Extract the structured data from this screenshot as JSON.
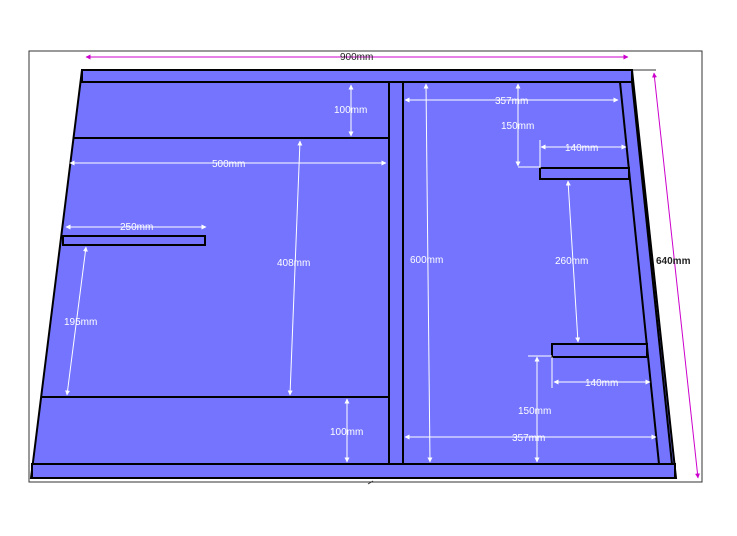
{
  "drawing": {
    "overall_width": "900mm",
    "overall_height": "640mm",
    "top_rail_height": "100mm",
    "left_section_width": "500mm",
    "left_opening_height": "408mm",
    "left_shelf_length": "250mm",
    "left_shelf_offset": "195mm",
    "bottom_rail_height": "100mm",
    "divider_height": "600mm",
    "right_top_width": "357mm",
    "right_bottom_width": "357mm",
    "upper_shelf_offset": "150mm",
    "upper_shelf_length": "140mm",
    "shelf_spacing": "260mm",
    "lower_shelf_length": "140mm",
    "lower_shelf_offset": "150mm"
  },
  "colors": {
    "panel_fill": "#7474ff",
    "outline": "#000000",
    "dimension_line_white": "#ffffff",
    "dimension_line_magenta": "#cc00cc"
  }
}
